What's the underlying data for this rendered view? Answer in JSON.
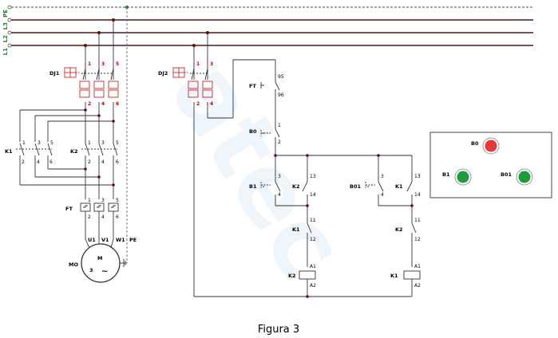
{
  "buses": [
    "PE",
    "L3",
    "L2",
    "L1"
  ],
  "caption": "Figura 3",
  "watermark": "atec",
  "power": {
    "breaker": "DJ1",
    "breaker_top": [
      "1",
      "3",
      "5"
    ],
    "breaker_bottom": [
      "2",
      "4",
      "6"
    ],
    "k1": "K1",
    "k1_top": [
      "1",
      "3",
      "5"
    ],
    "k1_bottom": [
      "2",
      "4",
      "6"
    ],
    "k2": "K2",
    "k2_top": [
      "1",
      "3",
      "5"
    ],
    "k2_bottom": [
      "2",
      "4",
      "6"
    ],
    "relay": "FT",
    "relay_top": [
      "1",
      "3",
      "5"
    ],
    "relay_bottom": [
      "2",
      "4",
      "6"
    ],
    "motor_terminals": [
      "U1",
      "V1",
      "W1",
      "PE"
    ],
    "motor_label": "MO",
    "motor_m": "M",
    "motor_phase": "3",
    "motor_ac": "~"
  },
  "control": {
    "breaker": "DJ2",
    "breaker_top": [
      "1",
      "3"
    ],
    "breaker_bottom": [
      "2",
      "4"
    ],
    "ft": "FT",
    "ft_n": [
      "95",
      "96"
    ],
    "b0": "B0",
    "b0_n": [
      "1",
      "2"
    ],
    "b1": "B1",
    "b1_n": [
      "3",
      "4"
    ],
    "k2_seal": "K2",
    "k2_seal_n": [
      "13",
      "14"
    ],
    "b01": "B01",
    "b01_n": [
      "3",
      "4"
    ],
    "k1_seal": "K1",
    "k1_seal_n": [
      "13",
      "14"
    ],
    "k1_int": "K1",
    "k1_int_n": [
      "11",
      "12"
    ],
    "k2_int": "K2",
    "k2_int_n": [
      "11",
      "12"
    ],
    "coil_left": "K2",
    "coil_right": "K1",
    "coil_n": [
      "A1",
      "A2"
    ]
  },
  "panel": {
    "b0": "B0",
    "b1": "B1",
    "b01": "B01",
    "colors": {
      "stop": "#e53935",
      "start": "#1e9b3a"
    }
  }
}
